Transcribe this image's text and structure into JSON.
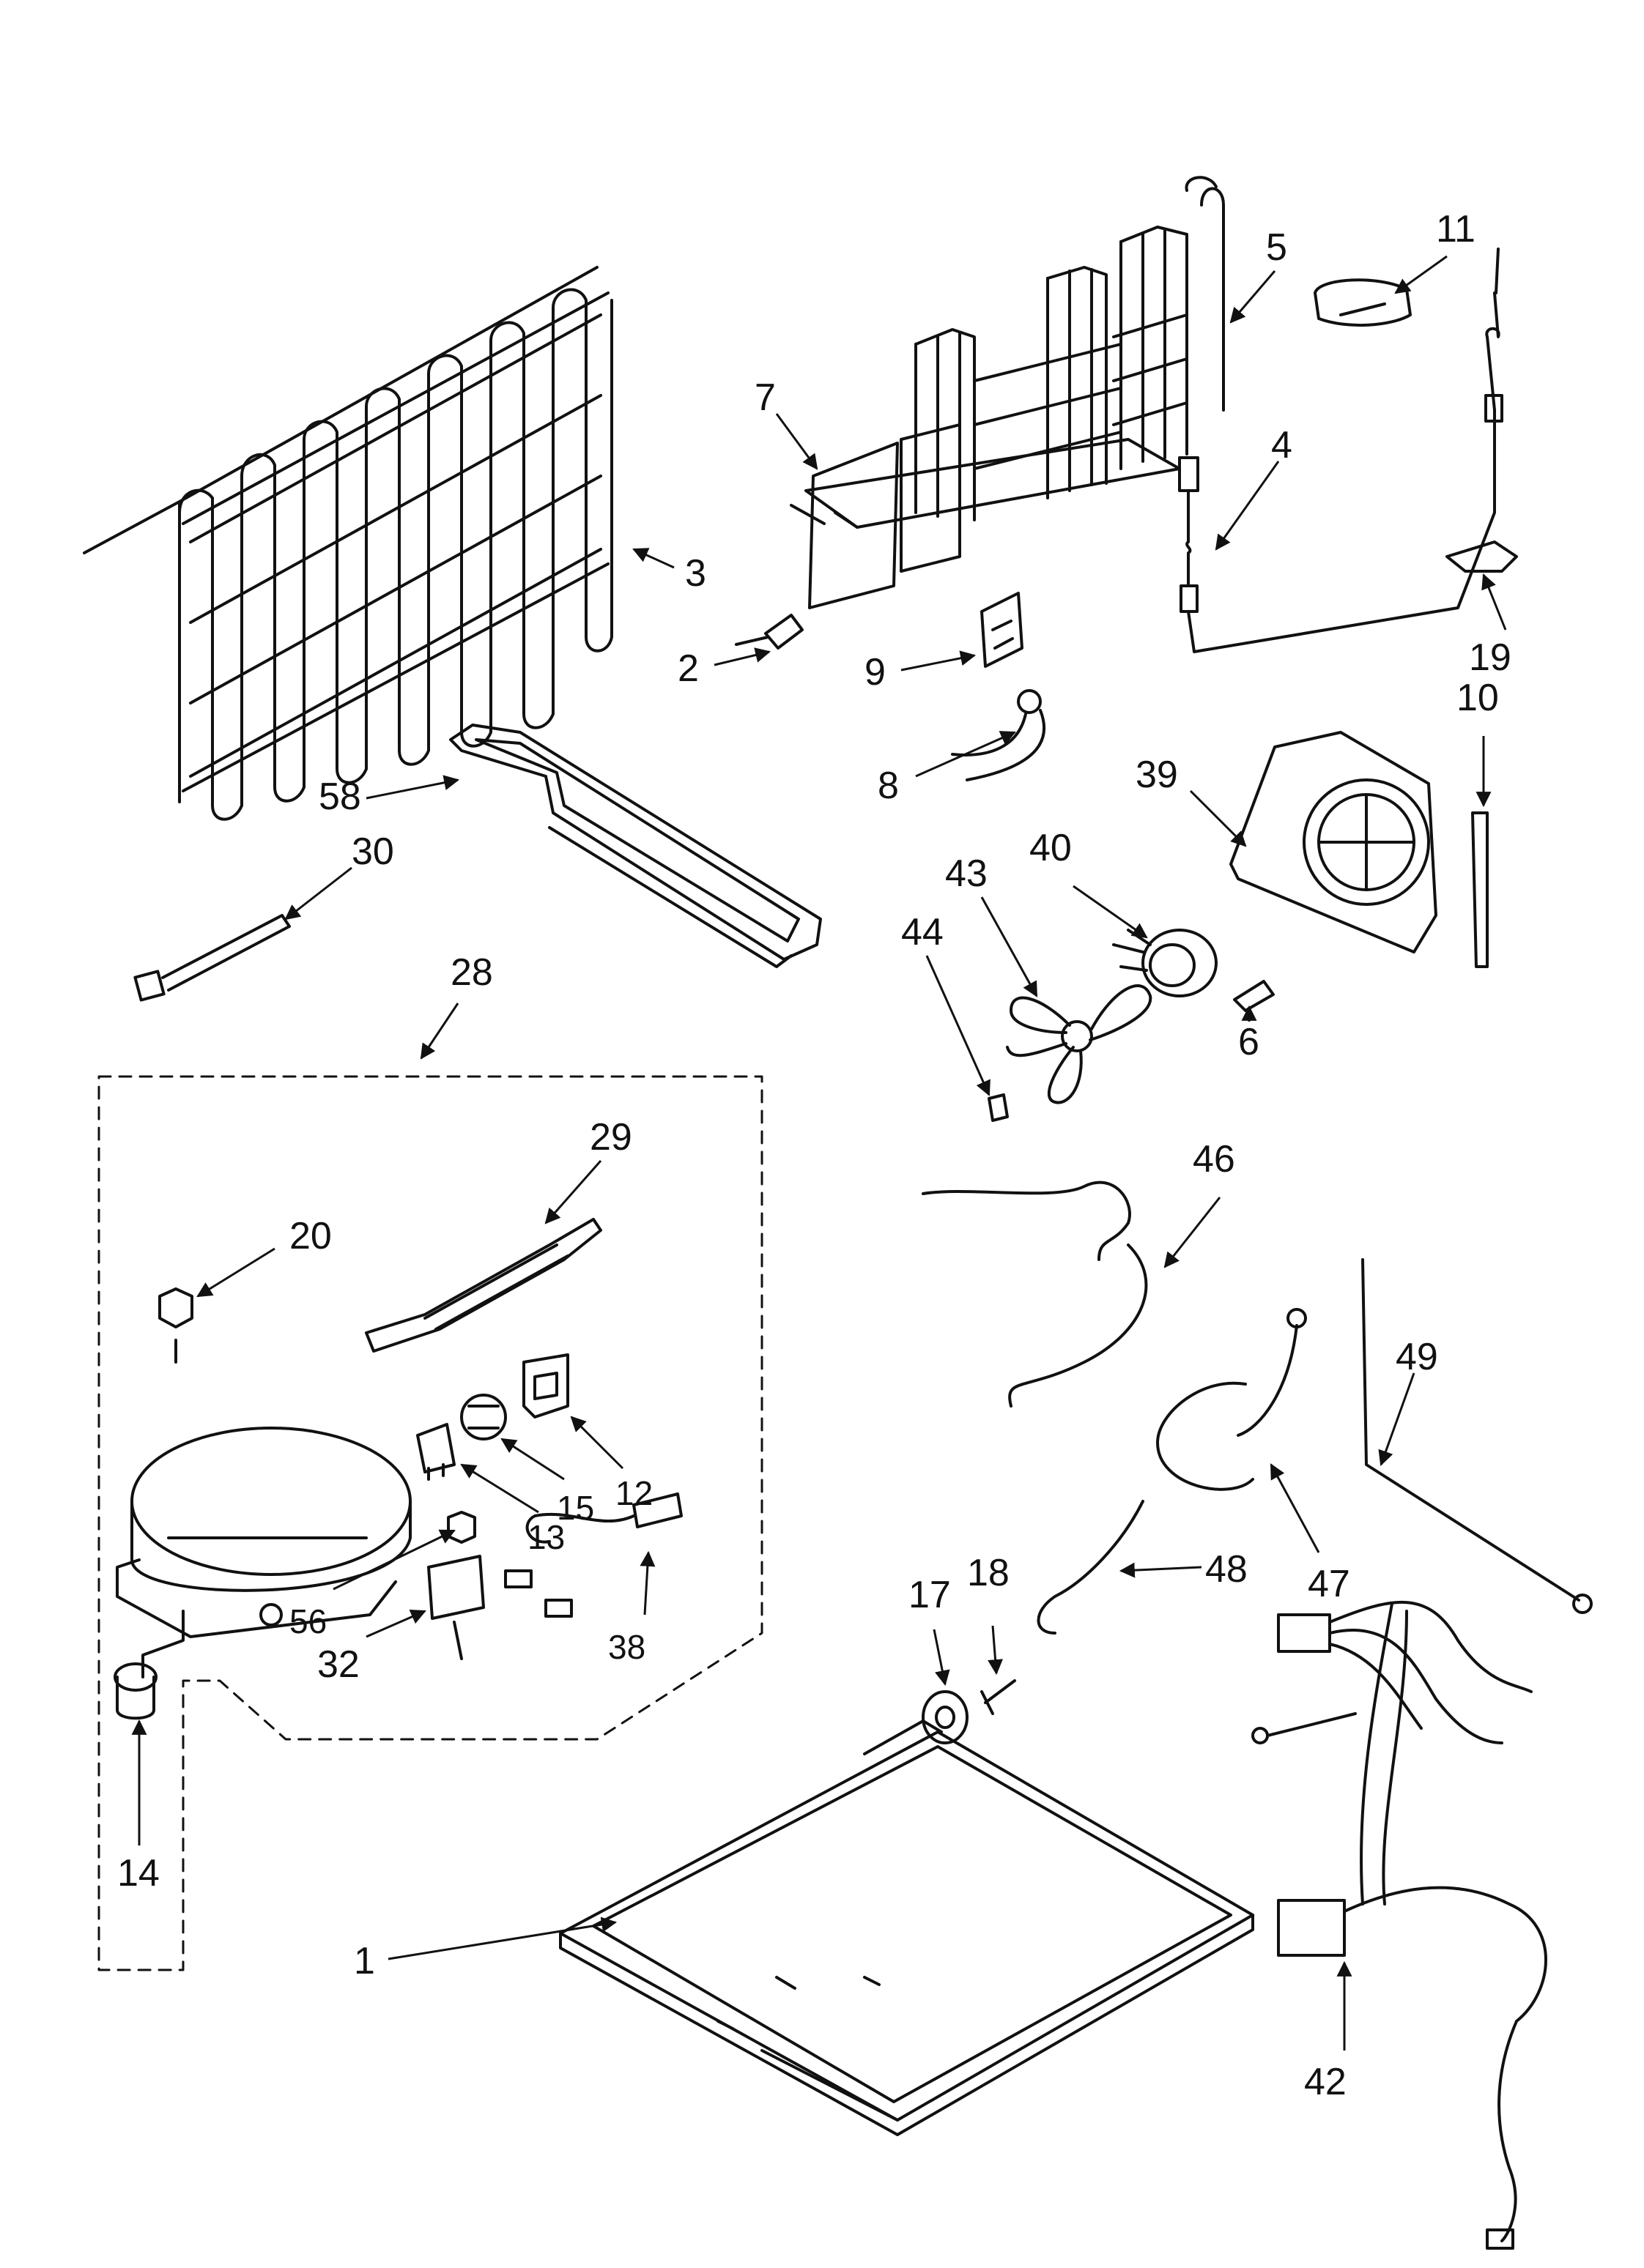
{
  "diagram": {
    "callouts": {
      "c1": "1",
      "c2": "2",
      "c3": "3",
      "c4": "4",
      "c5": "5",
      "c6": "6",
      "c7": "7",
      "c8": "8",
      "c9": "9",
      "c10": "10",
      "c11": "11",
      "c12": "12",
      "c13": "13",
      "c14": "14",
      "c15": "15",
      "c17": "17",
      "c18": "18",
      "c19": "19",
      "c20": "20",
      "c28": "28",
      "c29": "29",
      "c30": "30",
      "c32": "32",
      "c38": "38",
      "c39": "39",
      "c40": "40",
      "c42": "42",
      "c43": "43",
      "c44": "44",
      "c46": "46",
      "c47": "47",
      "c48": "48",
      "c49": "49",
      "c56": "56",
      "c58": "58"
    }
  }
}
